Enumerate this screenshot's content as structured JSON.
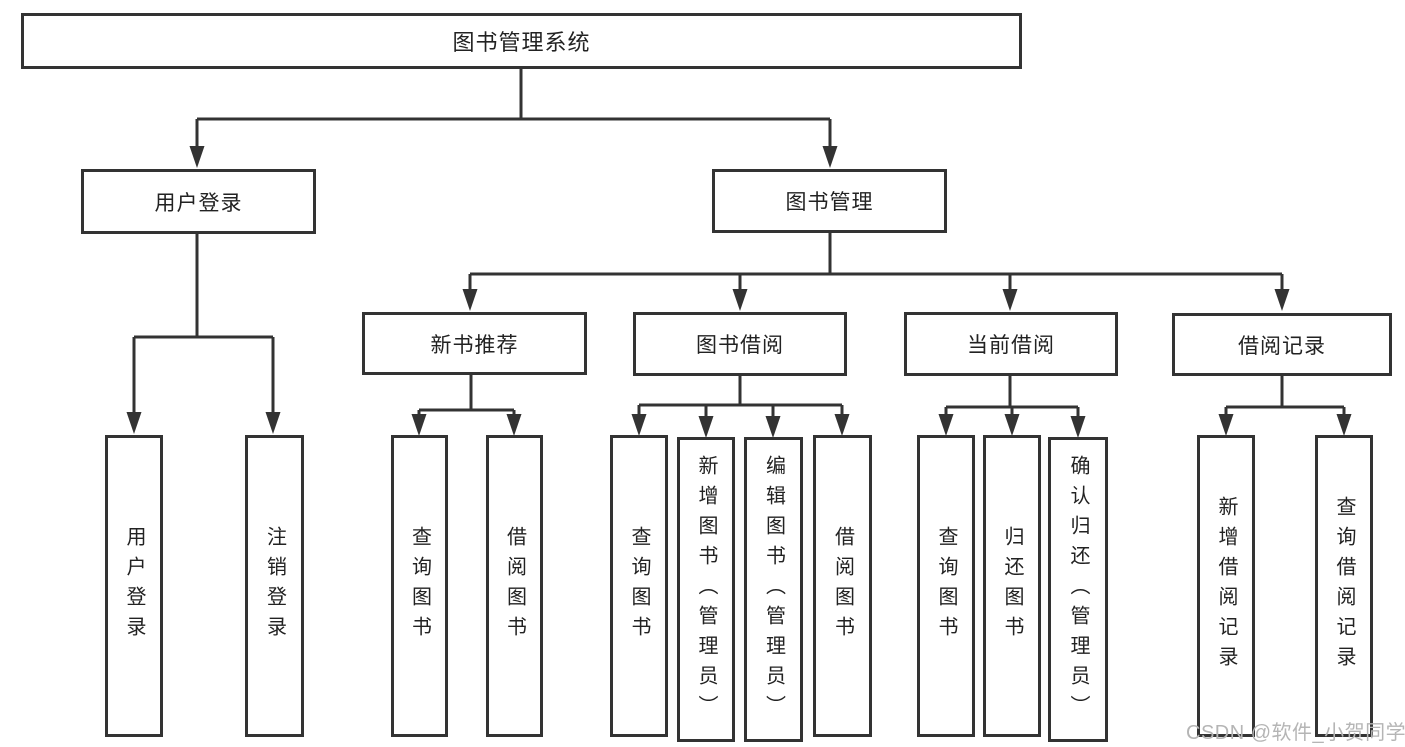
{
  "diagram_type": "hierarchy-tree",
  "colors": {
    "line": "#333333",
    "text": "#222222",
    "watermark": "#b5b5b5",
    "background": "#ffffff"
  },
  "watermark": {
    "text": "CSDN @软件_小贺同学"
  },
  "root": {
    "label": "图书管理系统",
    "children": [
      {
        "label": "用户登录",
        "children": [
          {
            "label": "用户登录"
          },
          {
            "label": "注销登录"
          }
        ]
      },
      {
        "label": "图书管理",
        "children": [
          {
            "label": "新书推荐",
            "children": [
              {
                "label": "查询图书"
              },
              {
                "label": "借阅图书"
              }
            ]
          },
          {
            "label": "图书借阅",
            "children": [
              {
                "label": "查询图书"
              },
              {
                "label": "新增图书（管理员）"
              },
              {
                "label": "编辑图书（管理员）"
              },
              {
                "label": "借阅图书"
              }
            ]
          },
          {
            "label": "当前借阅",
            "children": [
              {
                "label": "查询图书"
              },
              {
                "label": "归还图书"
              },
              {
                "label": "确认归还（管理员）"
              }
            ]
          },
          {
            "label": "借阅记录",
            "children": [
              {
                "label": "新增借阅记录"
              },
              {
                "label": "查询借阅记录"
              }
            ]
          }
        ]
      }
    ]
  }
}
